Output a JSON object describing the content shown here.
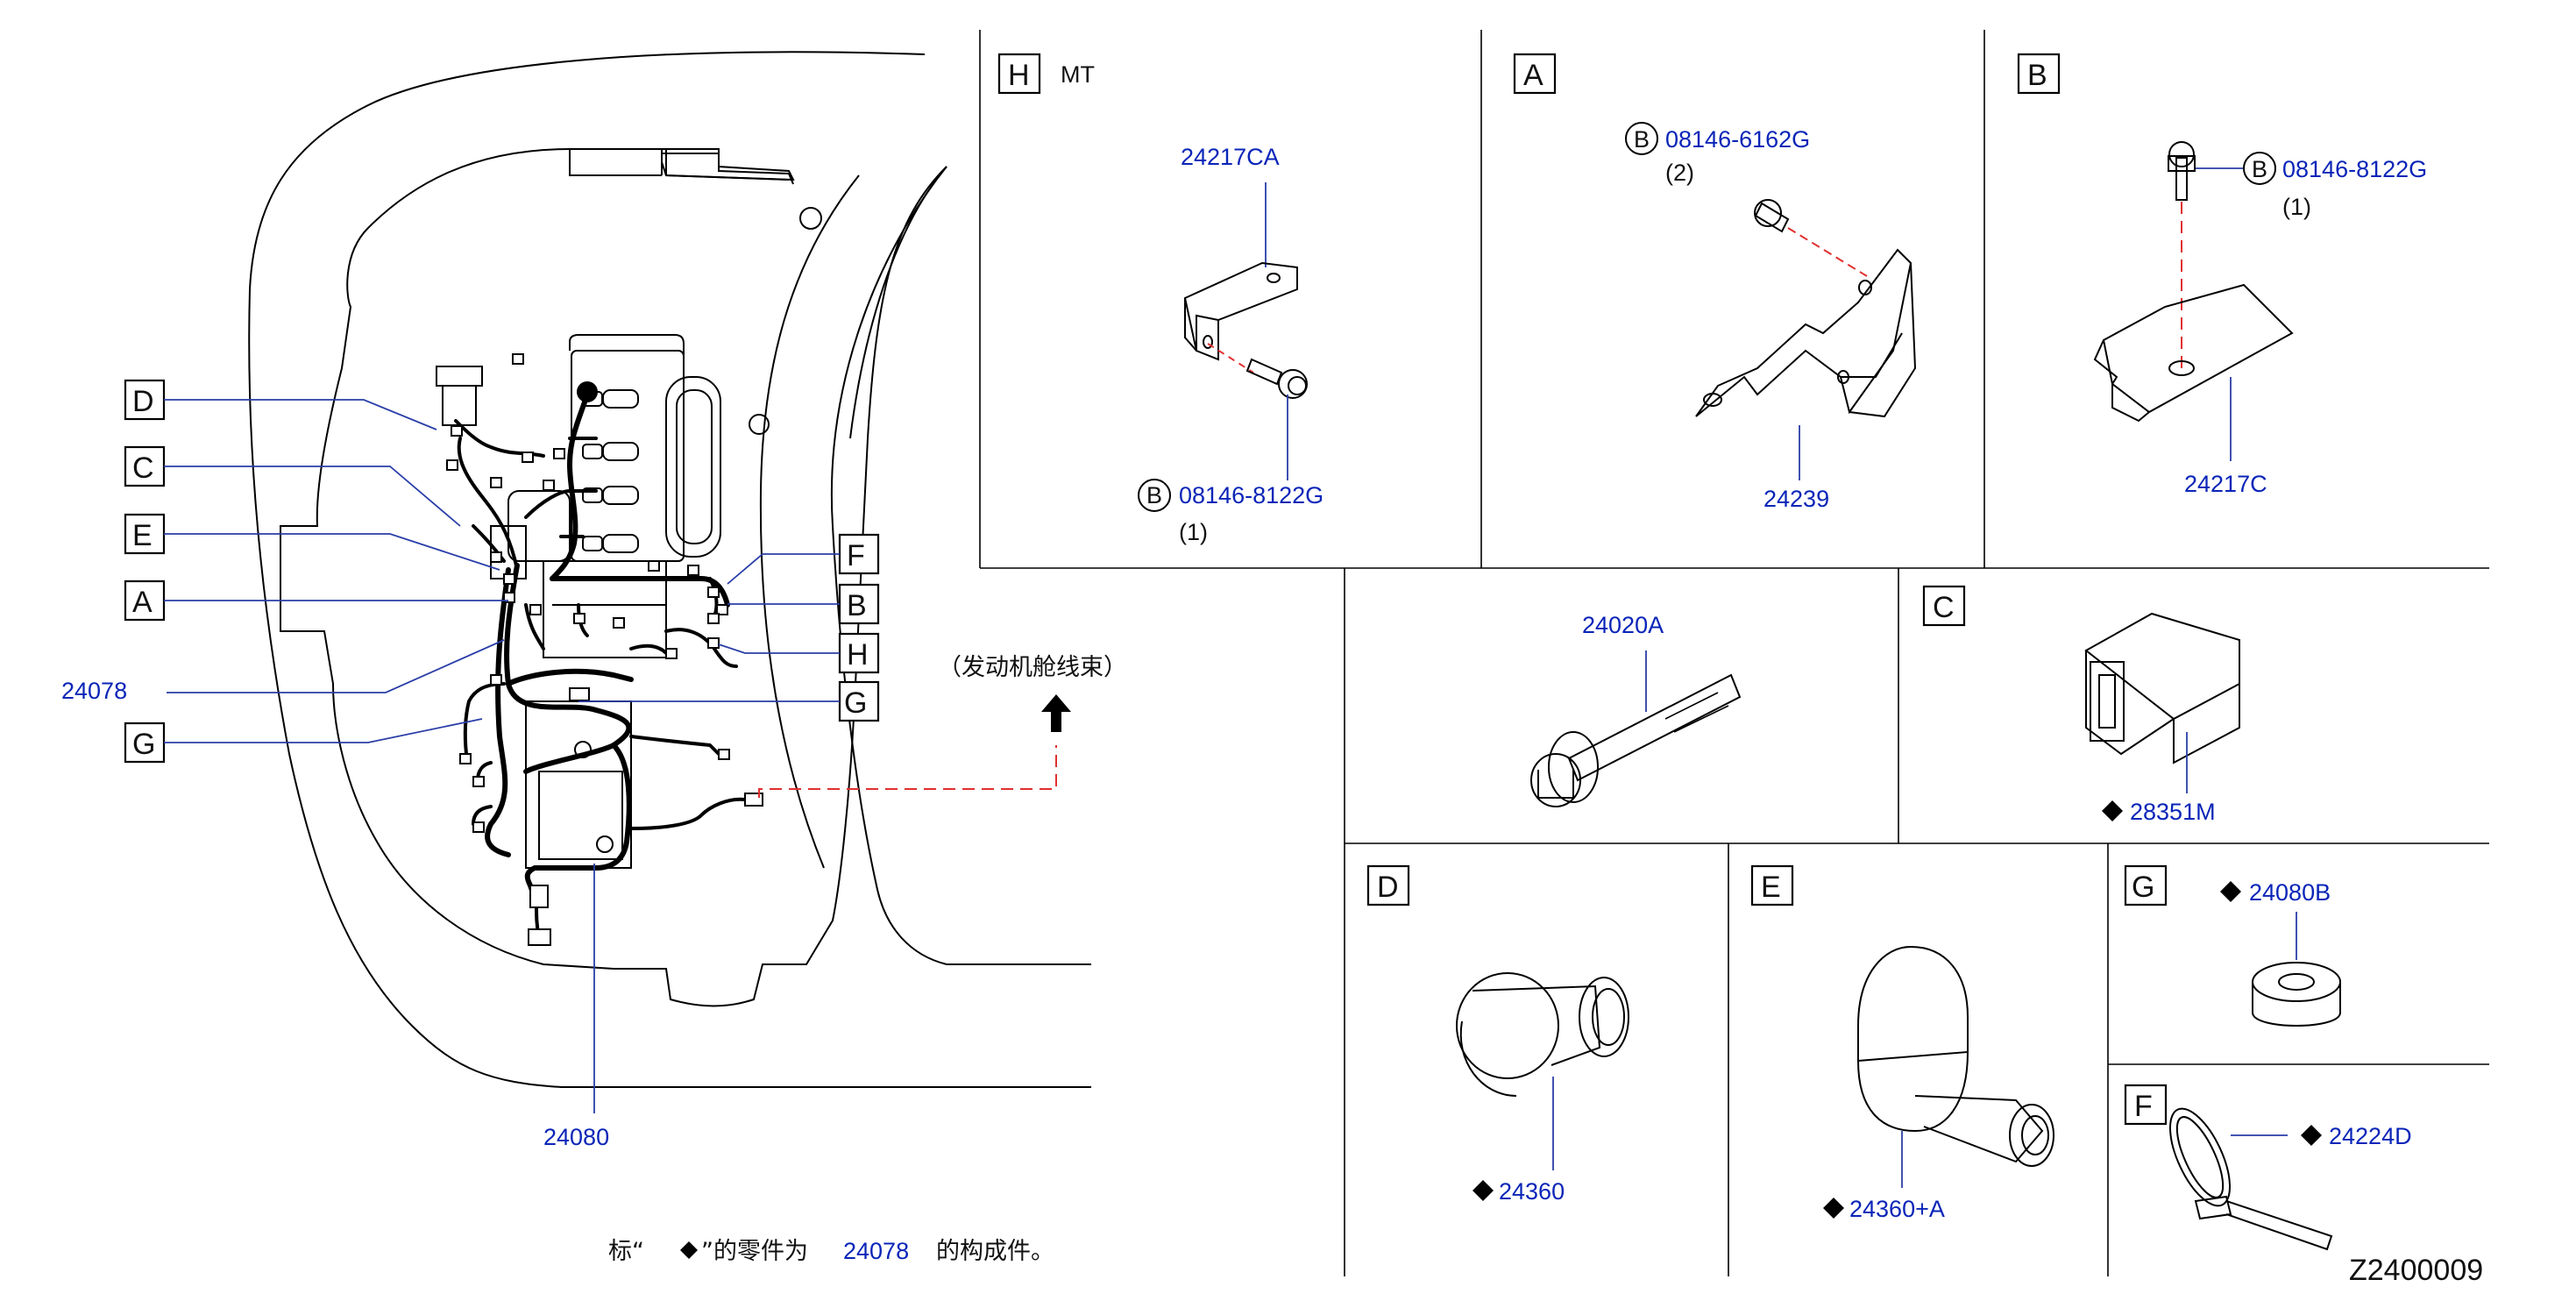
{
  "callouts": {
    "A": "A",
    "B": "B",
    "C": "C",
    "D": "D",
    "E": "E",
    "F": "F",
    "G": "G",
    "H": "H"
  },
  "main": {
    "part_24078": "24078",
    "part_24080": "24080",
    "harness_note": "（发动机舱线束）"
  },
  "panels": {
    "H": {
      "letter": "H",
      "sub": "MT",
      "part": "24217CA",
      "bolt_marker": "B",
      "bolt": "08146-8122G",
      "qty": "(1)"
    },
    "A": {
      "letter": "A",
      "bolt_marker": "B",
      "bolt": "08146-6162G",
      "qty": "(2)",
      "part": "24239"
    },
    "B": {
      "letter": "B",
      "bolt_marker": "B",
      "bolt": "08146-8122G",
      "qty": "(1)",
      "part": "24217C"
    },
    "bolt": {
      "part": "24020A"
    },
    "C": {
      "letter": "C",
      "part": "28351M",
      "diamond": "◆"
    },
    "D": {
      "letter": "D",
      "part": "24360",
      "diamond": "◆"
    },
    "E": {
      "letter": "E",
      "part": "24360+A",
      "diamond": "◆"
    },
    "G": {
      "letter": "G",
      "part": "24080B",
      "diamond": "◆"
    },
    "F": {
      "letter": "F",
      "part": "24224D",
      "diamond": "◆"
    }
  },
  "footnote": {
    "prefix": "标“",
    "diamond": "◆",
    "middle": "”的零件为",
    "part": "24078",
    "suffix": "的构成件。"
  },
  "diagram_id": "Z2400009"
}
